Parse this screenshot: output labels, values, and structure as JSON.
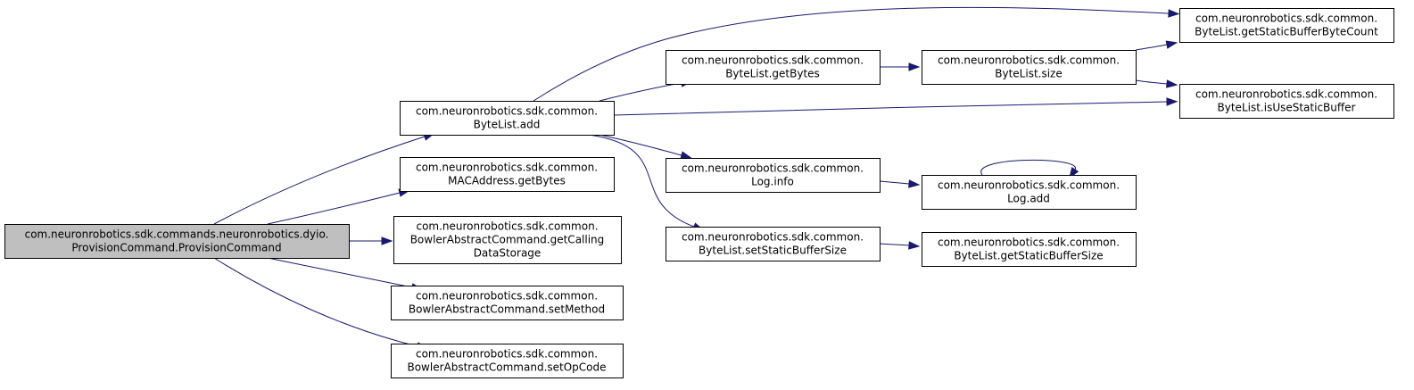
{
  "graph": {
    "nodes": [
      {
        "id": "root",
        "root": true,
        "lines": [
          "com.neuronrobotics.sdk.commands.neuronrobotics.dyio.",
          "ProvisionCommand.ProvisionCommand"
        ]
      },
      {
        "id": "bl_add",
        "lines": [
          "com.neuronrobotics.sdk.common.",
          "ByteList.add"
        ]
      },
      {
        "id": "mac_getbytes",
        "lines": [
          "com.neuronrobotics.sdk.common.",
          "MACAddress.getBytes"
        ]
      },
      {
        "id": "bac_getcalling",
        "lines": [
          "com.neuronrobotics.sdk.common.",
          "BowlerAbstractCommand.getCalling",
          "DataStorage"
        ]
      },
      {
        "id": "bac_setmethod",
        "lines": [
          "com.neuronrobotics.sdk.common.",
          "BowlerAbstractCommand.setMethod"
        ]
      },
      {
        "id": "bac_setopcode",
        "lines": [
          "com.neuronrobotics.sdk.common.",
          "BowlerAbstractCommand.setOpCode"
        ]
      },
      {
        "id": "bl_getbytes",
        "lines": [
          "com.neuronrobotics.sdk.common.",
          "ByteList.getBytes"
        ]
      },
      {
        "id": "log_info",
        "lines": [
          "com.neuronrobotics.sdk.common.",
          "Log.info"
        ]
      },
      {
        "id": "bl_setstaticbuffersize",
        "lines": [
          "com.neuronrobotics.sdk.common.",
          "ByteList.setStaticBufferSize"
        ]
      },
      {
        "id": "bl_size",
        "lines": [
          "com.neuronrobotics.sdk.common.",
          "ByteList.size"
        ]
      },
      {
        "id": "log_add",
        "lines": [
          "com.neuronrobotics.sdk.common.",
          "Log.add"
        ]
      },
      {
        "id": "bl_getstaticbuffersize",
        "lines": [
          "com.neuronrobotics.sdk.common.",
          "ByteList.getStaticBufferSize"
        ]
      },
      {
        "id": "bl_getstaticbufferbytecount",
        "lines": [
          "com.neuronrobotics.sdk.common.",
          "ByteList.getStaticBufferByteCount"
        ]
      },
      {
        "id": "bl_isusestaticbuffer",
        "lines": [
          "com.neuronrobotics.sdk.common.",
          "ByteList.isUseStaticBuffer"
        ]
      }
    ],
    "edges": [
      {
        "from": "root",
        "to": "bl_add"
      },
      {
        "from": "root",
        "to": "mac_getbytes"
      },
      {
        "from": "root",
        "to": "bac_getcalling"
      },
      {
        "from": "root",
        "to": "bac_setmethod"
      },
      {
        "from": "root",
        "to": "bac_setopcode"
      },
      {
        "from": "bl_add",
        "to": "bl_getstaticbufferbytecount"
      },
      {
        "from": "bl_add",
        "to": "bl_getbytes"
      },
      {
        "from": "bl_add",
        "to": "bl_isusestaticbuffer"
      },
      {
        "from": "bl_add",
        "to": "log_info"
      },
      {
        "from": "bl_add",
        "to": "bl_setstaticbuffersize"
      },
      {
        "from": "bl_getbytes",
        "to": "bl_size"
      },
      {
        "from": "bl_size",
        "to": "bl_getstaticbufferbytecount"
      },
      {
        "from": "bl_size",
        "to": "bl_isusestaticbuffer"
      },
      {
        "from": "log_info",
        "to": "log_add"
      },
      {
        "from": "log_add",
        "to": "log_add"
      },
      {
        "from": "bl_setstaticbuffersize",
        "to": "bl_getstaticbuffersize"
      }
    ],
    "colors": {
      "edge": "#191970",
      "root_fill": "#bfbfbf",
      "node_fill": "#ffffff",
      "border": "#000000"
    }
  }
}
